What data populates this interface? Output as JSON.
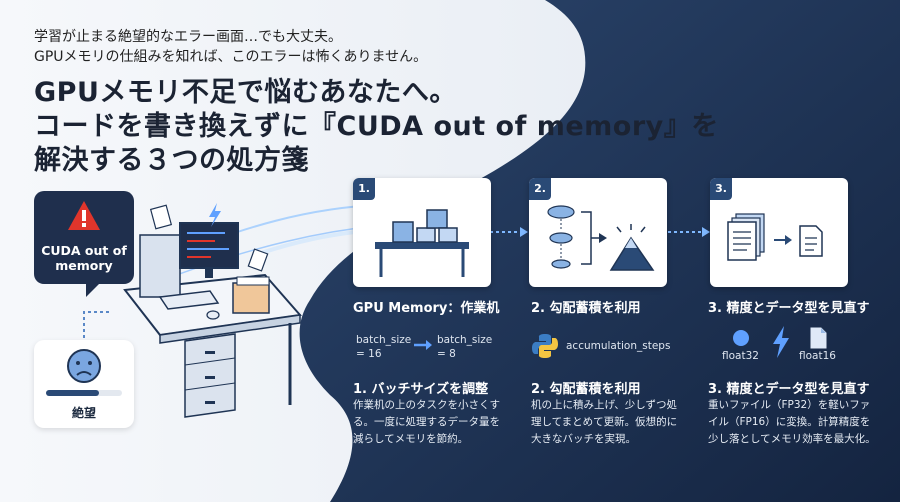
{
  "intro": {
    "line1": "学習が止まる絶望的なエラー画面…でも大丈夫。",
    "line2": "GPUメモリの仕組みを知れば、このエラーは怖くありません。"
  },
  "headline": {
    "line1": "GPUメモリ不足で悩むあなたへ。",
    "line2": "コードを書き換えずに『CUDA out of memory』を",
    "line3": "解決する３つの処方箋"
  },
  "error_bubble": {
    "text_line1": "CUDA out of",
    "text_line2": "memory"
  },
  "despair_card": {
    "label": "絶望"
  },
  "steps": [
    {
      "number": "1.",
      "title": "GPU Memory：作業机",
      "from_label_line1": "batch_size",
      "from_label_line2": "= 16",
      "to_label_line1": "batch_size",
      "to_label_line2": "= 8",
      "heading": "1. バッチサイズを調整",
      "desc": [
        "作業机の上のタスクを小さくす",
        "る。一度に処理するデータ量を",
        "減らしてメモリを節約。"
      ]
    },
    {
      "number": "2.",
      "title": "2. 勾配蓄積を利用",
      "param_label": "accumulation_steps",
      "heading": "2. 勾配蓄積を利用",
      "desc": [
        "机の上に積み上げ、少しずつ処",
        "理してまとめて更新。仮想的に",
        "大きなバッチを実現。"
      ]
    },
    {
      "number": "3.",
      "title": "3. 精度とデータ型を見直す",
      "fp32_label": "float32",
      "fp16_label": "float16",
      "heading": "3. 精度とデータ型を見直す",
      "desc": [
        "重いファイル（FP32）を軽いファ",
        "イル（FP16）に変換。計算精度を",
        "少し落としてメモリ効率を最大化。"
      ]
    }
  ],
  "colors": {
    "navy": "#1f3454",
    "accent": "#2a4a76",
    "alert": "#e0352b",
    "bg_light": "#eef1f5"
  },
  "icons": [
    "warning-icon",
    "sad-face-icon",
    "lightning-icon",
    "python-icon",
    "arrow-right-icon",
    "document-icon",
    "circle-icon"
  ]
}
